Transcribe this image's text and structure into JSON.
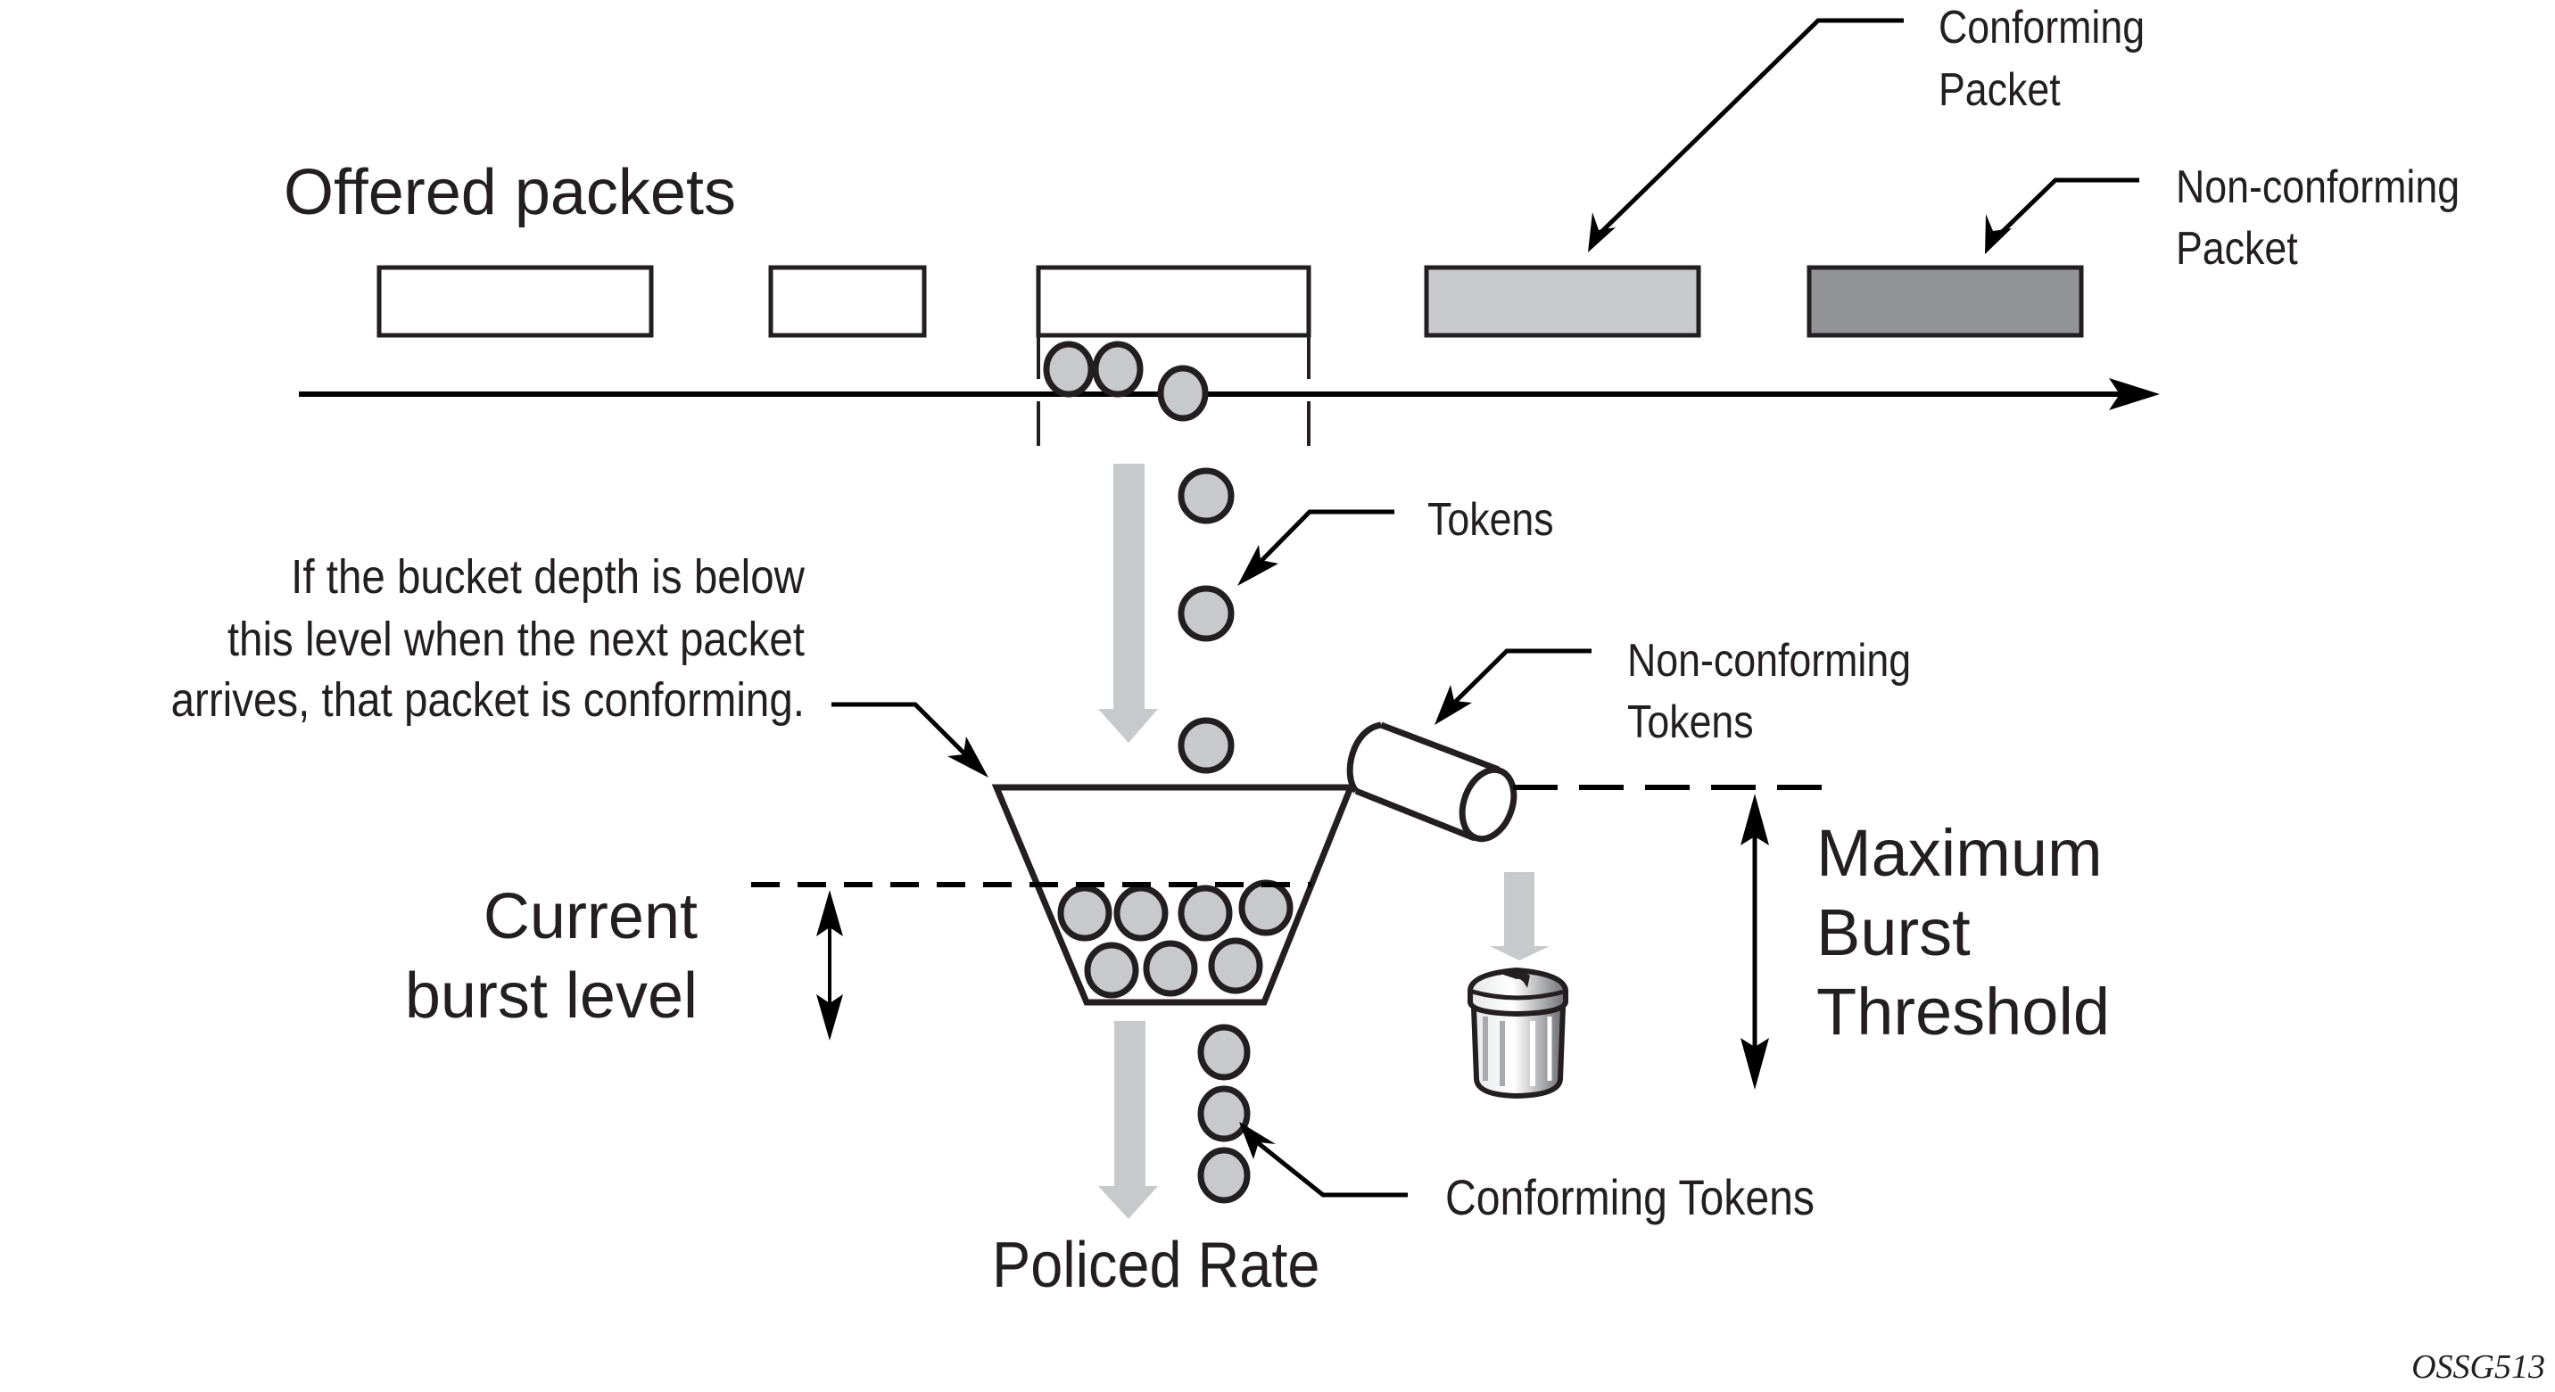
{
  "title": "Offered packets",
  "labels": {
    "offered_packets": "Offered packets",
    "conforming_packet": [
      "Conforming",
      "Packet"
    ],
    "non_conforming_packet": [
      "Non-conforming",
      "Packet"
    ],
    "tokens": "Tokens",
    "bucket_depth_note": [
      "If the bucket depth is below",
      "this level when the next packet",
      "arrives, that packet is conforming."
    ],
    "non_conforming_tokens": [
      "Non-conforming",
      "Tokens"
    ],
    "current_burst_level": [
      "Current",
      "burst level"
    ],
    "maximum_burst_threshold": [
      "Maximum",
      "Burst",
      "Threshold"
    ],
    "conforming_tokens": "Conforming Tokens",
    "policed_rate": "Policed Rate",
    "figure_id": "OSSG513"
  },
  "packets": [
    {
      "kind": "offered",
      "fill": "#ffffff"
    },
    {
      "kind": "offered",
      "fill": "#ffffff"
    },
    {
      "kind": "offered-being-policed",
      "fill": "#ffffff"
    },
    {
      "kind": "conforming",
      "fill": "#c8c9cb"
    },
    {
      "kind": "non-conforming",
      "fill": "#939497"
    }
  ],
  "counts": {
    "tokens_on_packet": 3,
    "falling_tokens": 3,
    "tokens_in_bucket": 7,
    "conforming_tokens_out": 3
  },
  "colors": {
    "ink": "#231f20",
    "token_fill": "#c8c9cb",
    "flow_arrow": "#c8c9cb",
    "conforming_packet": "#c8c9cb",
    "non_conforming_packet": "#939497",
    "background": "#ffffff"
  }
}
